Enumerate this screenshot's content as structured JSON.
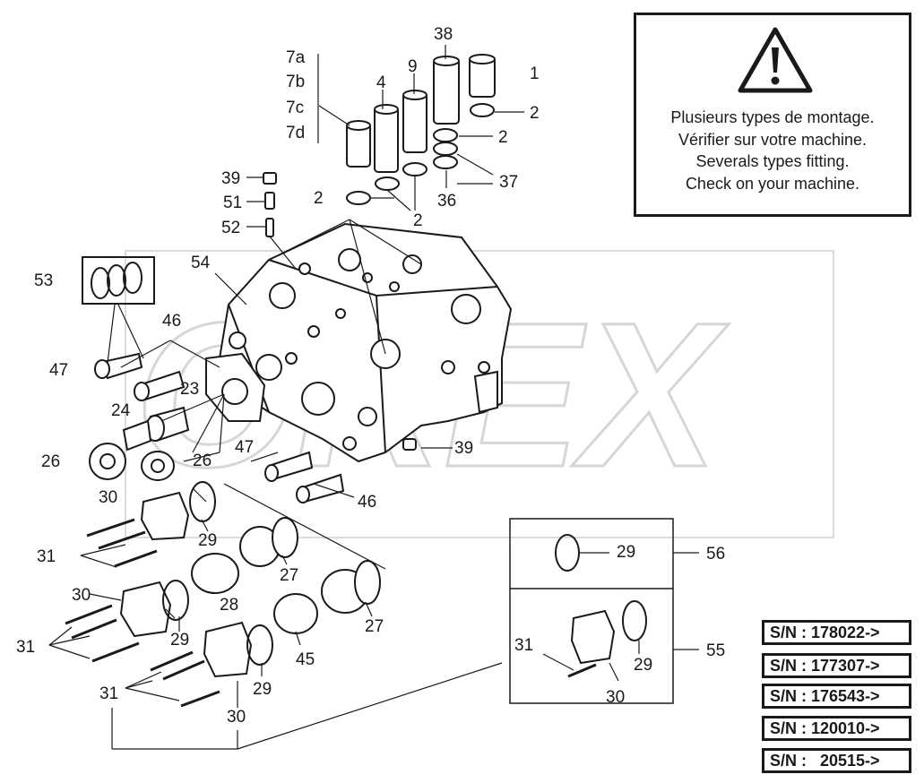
{
  "warning": {
    "lines": [
      "Plusieurs types de montage.",
      "Vérifier sur votre machine.",
      "Severals types fitting.",
      "Check on your machine."
    ]
  },
  "watermark": "OREX",
  "part_labels": {
    "l_38": "38",
    "l_7a": "7a",
    "l_7b": "7b",
    "l_7c": "7c",
    "l_7d": "7d",
    "l_9": "9",
    "l_4": "4",
    "l_1": "1",
    "l_2a": "2",
    "l_2b": "2",
    "l_2c": "2",
    "l_2d": "2",
    "l_37": "37",
    "l_36": "36",
    "l_39a": "39",
    "l_51": "51",
    "l_52": "52",
    "l_53": "53",
    "l_54": "54",
    "l_46a": "46",
    "l_47a": "47",
    "l_23": "23",
    "l_24": "24",
    "l_26a": "26",
    "l_26b": "26",
    "l_47b": "47",
    "l_39b": "39",
    "l_46b": "46",
    "l_30a": "30",
    "l_29a": "29",
    "l_31a": "31",
    "l_27a": "27",
    "l_30b": "30",
    "l_28": "28",
    "l_29b": "29",
    "l_31b": "31",
    "l_45": "45",
    "l_27b": "27",
    "l_29c": "29",
    "l_31c": "31",
    "l_30c": "30",
    "l_29d": "29",
    "l_56": "56",
    "l_31d": "31",
    "l_29e": "29",
    "l_55": "55",
    "l_30d": "30"
  },
  "serial_numbers": [
    "S/N : 178022->",
    "S/N : 177307->",
    "S/N : 176543->",
    "S/N : 120010->",
    "S/N :   20515->"
  ]
}
